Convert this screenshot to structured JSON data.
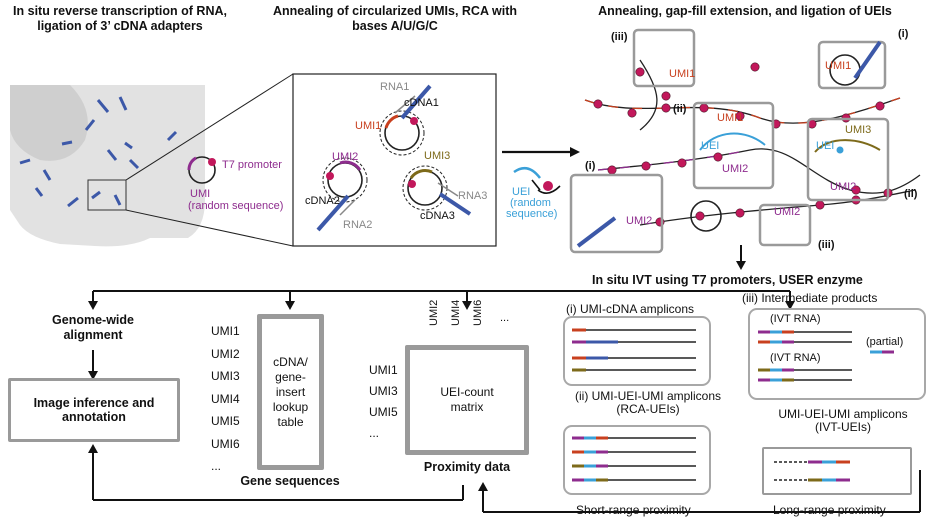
{
  "headers": {
    "step1": "In situ reverse transcription of RNA, ligation of 3’ cDNA adapters",
    "step2": "Annealing of circularized UMIs, RCA with bases A/U/G/C",
    "step3": "Annealing, gap-fill extension, and ligation of UEIs",
    "ivt": "In situ IVT using T7 promoters, USER enzyme"
  },
  "umi_legend": {
    "t7": "T7 promoter",
    "umi": "UMI",
    "umi_sub": "(random sequence)"
  },
  "zoom_labels": {
    "rna1": "RNA1",
    "cdna1": "cDNA1",
    "umi1": "UMI1",
    "umi2": "UMI2",
    "umi3": "UMI3",
    "cdna2": "cDNA2",
    "rna2": "RNA2",
    "rna3": "RNA3",
    "cdna3": "cDNA3"
  },
  "uei_legend": {
    "uei": "UEI",
    "sub1": "(random",
    "sub2": "sequence)"
  },
  "step3_labels": {
    "i": "(i)",
    "ii": "(ii)",
    "iii": "(iii)",
    "umi1": "UMI1",
    "umi2": "UMI2",
    "umi3": "UMI3",
    "uei": "UEI"
  },
  "left": {
    "genome": "Genome-wide alignment",
    "image": "Image inference and annotation"
  },
  "gene_table": {
    "umis": [
      "UMI1",
      "UMI2",
      "UMI3",
      "UMI4",
      "UMI5",
      "UMI6",
      "..."
    ],
    "box": "cDNA/ gene- insert lookup table",
    "caption": "Gene sequences"
  },
  "matrix": {
    "cols": [
      "UMI2",
      "UMI4",
      "UMI6",
      "..."
    ],
    "rows": [
      "UMI1",
      "UMI3",
      "UMI5",
      "..."
    ],
    "box": "UEI-count matrix",
    "caption": "Proximity data"
  },
  "amplicons": {
    "i_title": "(i) UMI-cDNA amplicons",
    "ii_title": "(ii) UMI-UEI-UMI amplicons (RCA-UEIs)",
    "iii_title": "(iii) Intermediate products",
    "ivt_rna": "(IVT RNA)",
    "partial": "(partial)",
    "ivt_title": "UMI-UEI-UMI amplicons (IVT-UEIs)",
    "short": "Short-range proximity",
    "long": "Long-range proximity"
  },
  "colors": {
    "umi": "#8e2c8e",
    "umi1": "#c8401f",
    "umi3": "#7d6a1a",
    "uei": "#3aa0d8",
    "cdna": "#3c58a8",
    "rca": "#c2185b",
    "grey": "#9a9a9a"
  }
}
